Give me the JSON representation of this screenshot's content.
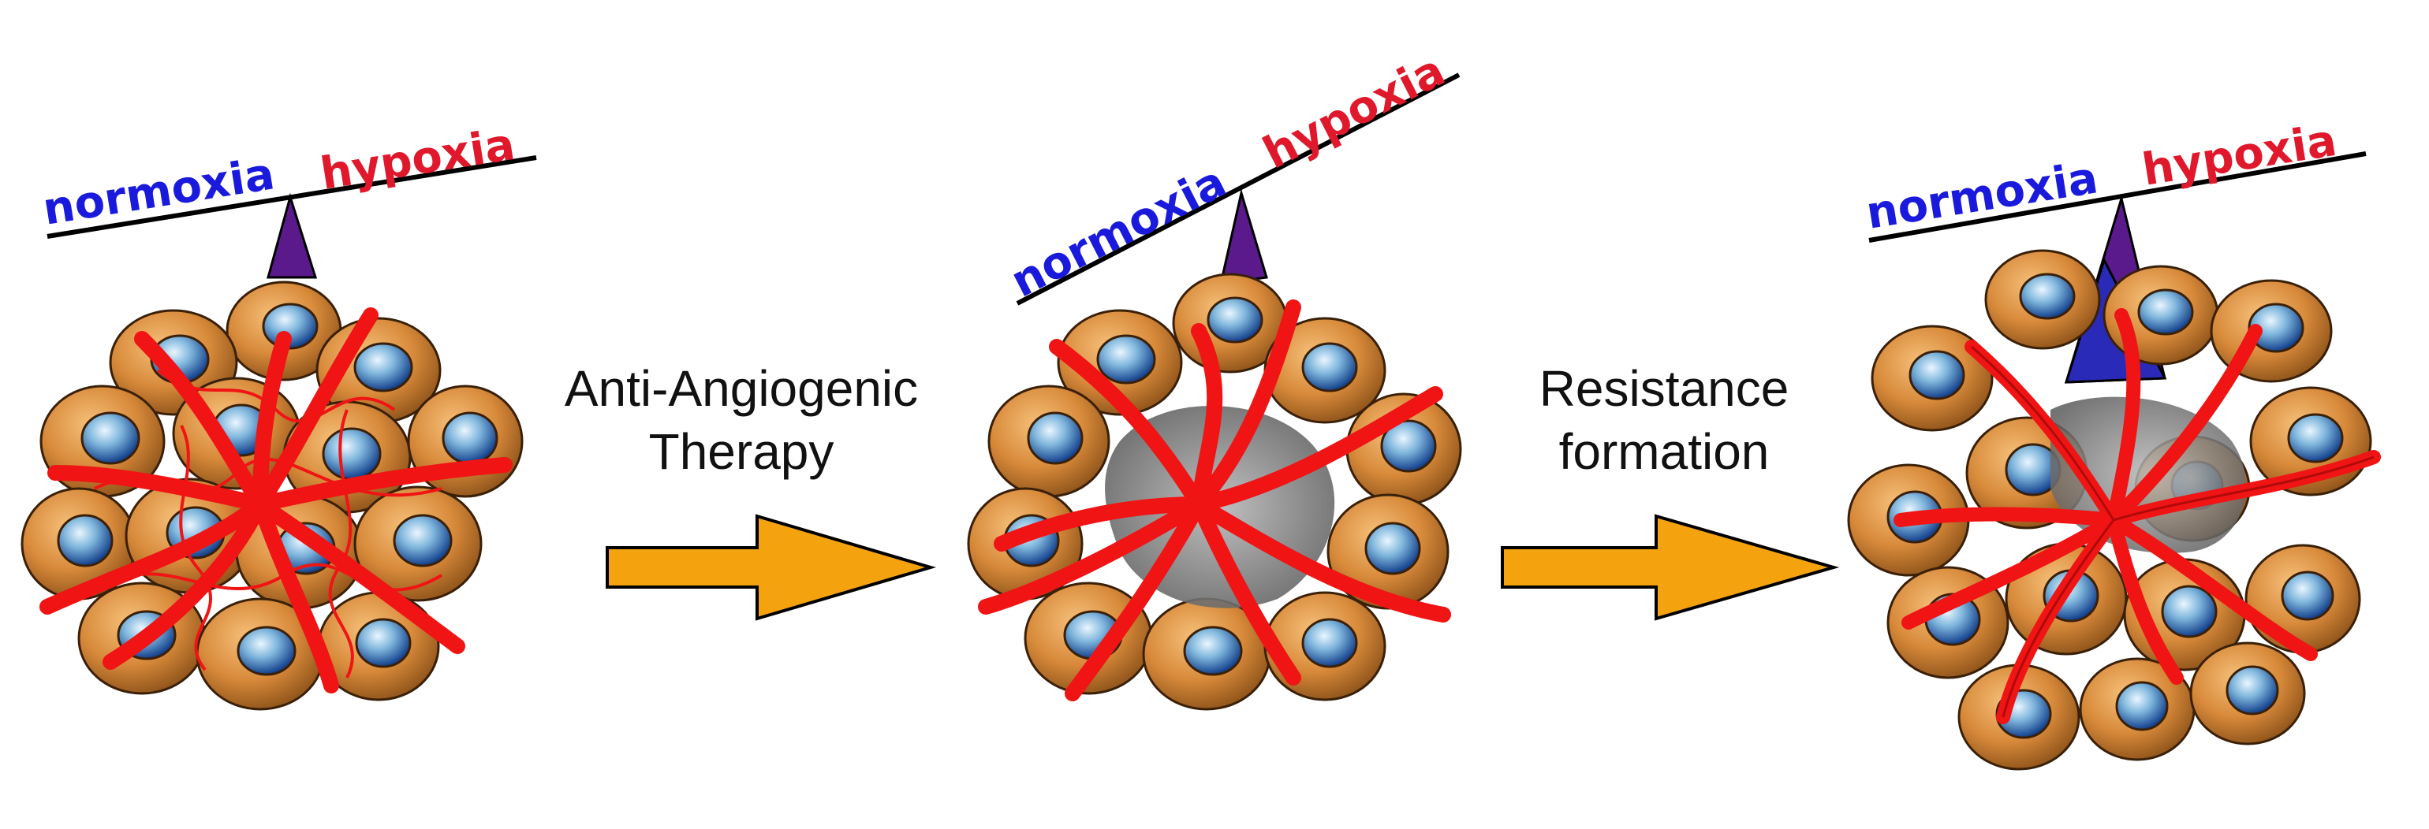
{
  "balance_labels": {
    "normoxia": "normoxia",
    "hypoxia": "hypoxia"
  },
  "arrows": [
    {
      "line1": "Anti-Angiogenic",
      "line2": "Therapy"
    },
    {
      "line1": "Resistance",
      "line2": "formation"
    }
  ],
  "colors": {
    "normoxia": "#1a1adc",
    "hypoxia": "#e0182c",
    "vessel": "#f01414",
    "pivot": "#5a1a8c",
    "pivot_blue": "#2a2ab8",
    "arrow_fill": "#f5a20f",
    "cell_fill": "#c87a32",
    "nucleus": "#1d4e9a",
    "necrosis": "#8a8a8a"
  }
}
